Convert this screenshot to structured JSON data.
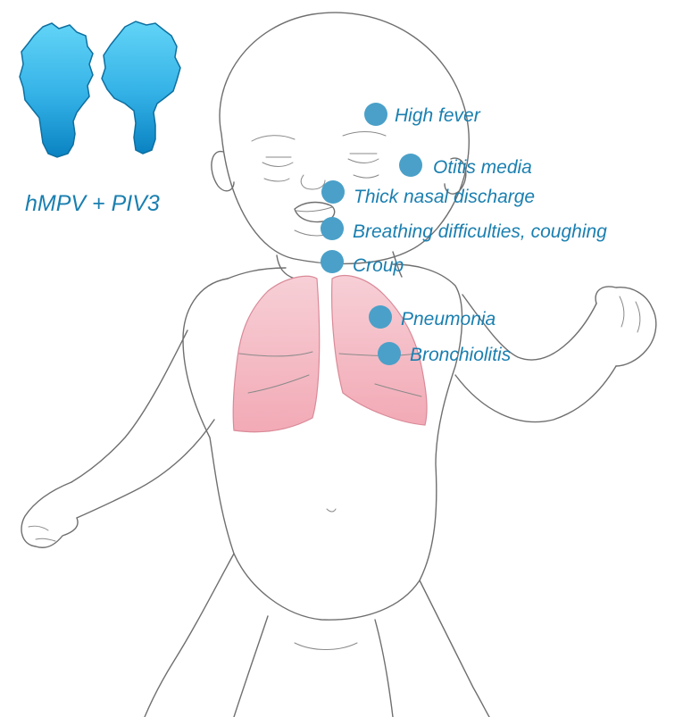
{
  "title": "hMPV + PIV3",
  "symptoms": [
    {
      "id": "high-fever",
      "label": "High fever"
    },
    {
      "id": "otitis-media",
      "label": "Otitis media"
    },
    {
      "id": "thick-nasal-discharge",
      "label": "Thick nasal discharge"
    },
    {
      "id": "breathing-difficulties",
      "label": "Breathing difficulties, coughing"
    },
    {
      "id": "croup",
      "label": "Croup"
    },
    {
      "id": "pneumonia",
      "label": "Pneumonia"
    },
    {
      "id": "bronchiolitis",
      "label": "Bronchiolitis"
    }
  ],
  "colors": {
    "marker": "#4aa0c8",
    "label_text": "#1a7fb0",
    "virus_top": "#5fd0f5",
    "virus_bottom": "#0a86c6",
    "lung_fill": "#f6c4cc"
  },
  "icons": [
    "virus-particle-icon",
    "virus-particle-icon"
  ]
}
